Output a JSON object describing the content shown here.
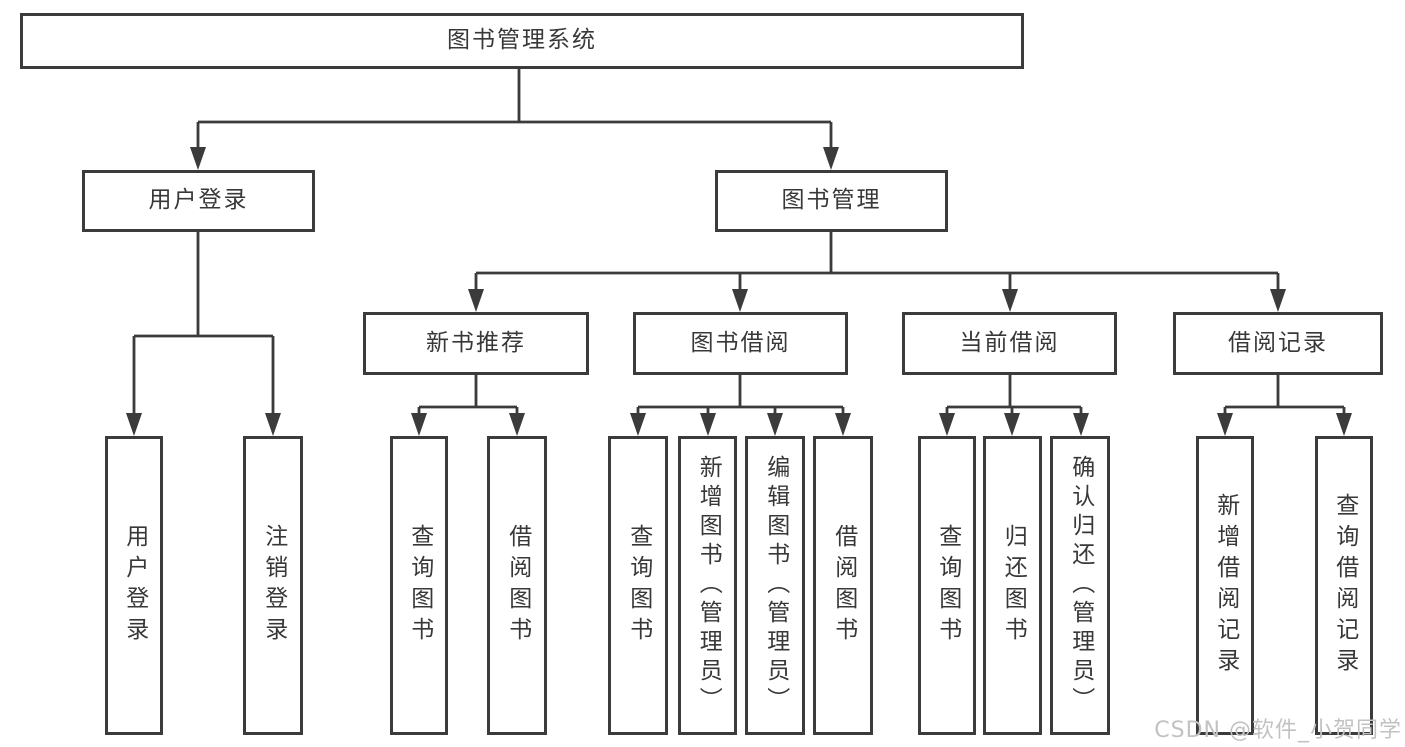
{
  "tree": {
    "root": {
      "label": "图书管理系统",
      "children": [
        {
          "label": "用户登录",
          "children": [
            {
              "label": "用户登录"
            },
            {
              "label": "注销登录"
            }
          ]
        },
        {
          "label": "图书管理",
          "children": [
            {
              "label": "新书推荐",
              "children": [
                {
                  "label": "查询图书"
                },
                {
                  "label": "借阅图书"
                }
              ]
            },
            {
              "label": "图书借阅",
              "children": [
                {
                  "label": "查询图书"
                },
                {
                  "label": "新增图书（管理员）"
                },
                {
                  "label": "编辑图书（管理员）"
                },
                {
                  "label": "借阅图书"
                }
              ]
            },
            {
              "label": "当前借阅",
              "children": [
                {
                  "label": "查询图书"
                },
                {
                  "label": "归还图书"
                },
                {
                  "label": "确认归还（管理员）"
                }
              ]
            },
            {
              "label": "借阅记录",
              "children": [
                {
                  "label": "新增借阅记录"
                },
                {
                  "label": "查询借阅记录"
                }
              ]
            }
          ]
        }
      ]
    }
  },
  "watermark": {
    "text": "CSDN @软件_小贺同学"
  },
  "colors": {
    "line": "#3b3b3b",
    "text": "#383838",
    "background": "#ffffff",
    "watermark": "#c2c2c2"
  }
}
